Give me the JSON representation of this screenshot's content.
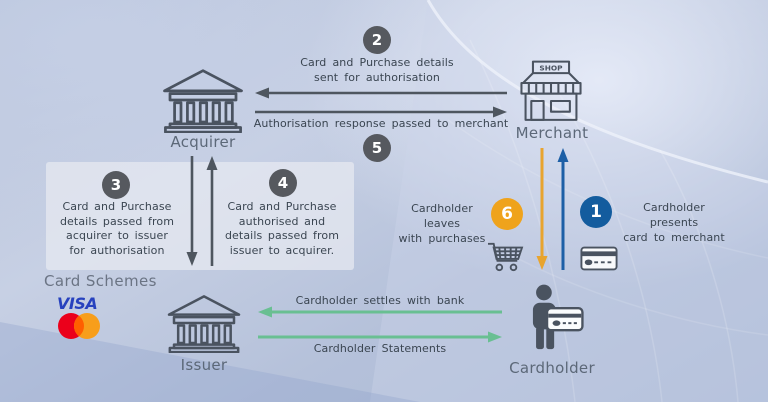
{
  "colors": {
    "step_grey": "#56595f",
    "step_orange": "#efa31c",
    "step_blue": "#135c9e",
    "arrow_grey": "#4e565f",
    "arrow_green": "#69bf92",
    "arrow_orange": "#e8a42e",
    "arrow_blue": "#1d5fa6",
    "text": "#3a4551",
    "visa_blue": "#2742be",
    "mastercard_red": "#eb001b",
    "mastercard_orange": "#f79e1b",
    "mastercard_overlap": "#ff5f00"
  },
  "nodes": {
    "acquirer": {
      "label": "Acquirer"
    },
    "merchant": {
      "label": "Merchant",
      "sign": "SHOP"
    },
    "issuer": {
      "label": "Issuer"
    },
    "cardholder": {
      "label": "Cardholder"
    }
  },
  "card_schemes": {
    "title": "Card Schemes",
    "visa": "VISA"
  },
  "steps": {
    "s1": {
      "number": "1",
      "line1": "Cardholder presents",
      "line2": "card to merchant"
    },
    "s2": {
      "number": "2",
      "line1": "Card and Purchase details",
      "line2": "sent for authorisation"
    },
    "s3": {
      "number": "3",
      "line1": "Card and Purchase",
      "line2": "details passed from",
      "line3": "acquirer to issuer",
      "line4": "for authorisation"
    },
    "s4": {
      "number": "4",
      "line1": "Card and Purchase",
      "line2": "authorised and",
      "line3": "details passed from",
      "line4": "issuer to acquirer."
    },
    "s5": {
      "number": "5"
    },
    "s6": {
      "number": "6",
      "line1": "Cardholder leaves",
      "line2": "with purchases"
    }
  },
  "flow_labels": {
    "auth_response": "Authorisation response passed to merchant",
    "settles": "Cardholder settles with bank",
    "statements": "Cardholder Statements"
  }
}
